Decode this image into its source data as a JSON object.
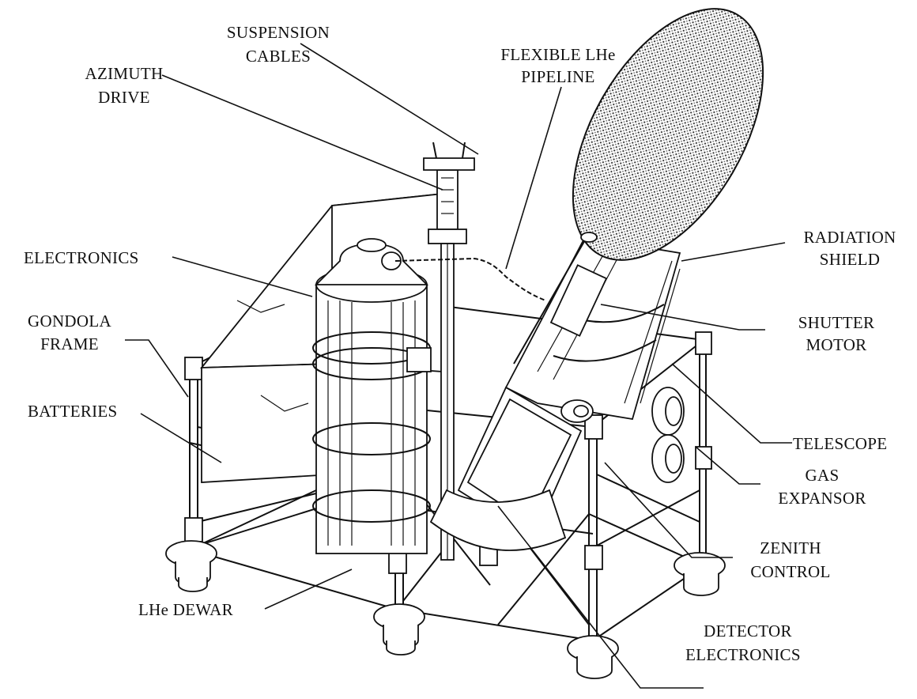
{
  "figure": {
    "subject": "Balloon-borne telescope gondola",
    "labels": {
      "suspension_cables": [
        "SUSPENSION",
        "CABLES"
      ],
      "azimuth_drive": [
        "AZIMUTH",
        "DRIVE"
      ],
      "flexible_lhe_pipeline": [
        "FLEXIBLE LHe",
        "PIPELINE"
      ],
      "radiation_shield": [
        "RADIATION",
        "SHIELD"
      ],
      "electronics": [
        "ELECTRONICS"
      ],
      "gondola_frame": [
        "GONDOLA",
        "FRAME"
      ],
      "shutter_motor": [
        "SHUTTER",
        "MOTOR"
      ],
      "batteries": [
        "BATTERIES"
      ],
      "telescope": [
        "TELESCOPE"
      ],
      "gas_expansor": [
        "GAS",
        "EXPANSOR"
      ],
      "zenith_control": [
        "ZENITH",
        "CONTROL"
      ],
      "lhe_dewar": [
        "LHe DEWAR"
      ],
      "detector_electronics": [
        "DETECTOR",
        "ELECTRONICS"
      ]
    }
  }
}
